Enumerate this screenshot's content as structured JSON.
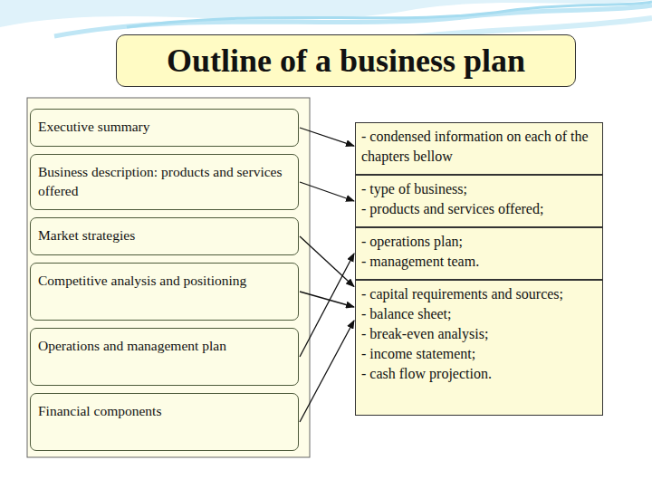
{
  "diagram": {
    "title": "Outline of a business plan",
    "nodes": [
      {
        "text": [
          "Executive summary"
        ]
      },
      {
        "text": [
          "Business description: products and services offered"
        ]
      },
      {
        "text": [
          "Market strategies"
        ]
      },
      {
        "text": [
          "Competitive analysis and positioning"
        ]
      },
      {
        "text": [
          "Operations and management plan"
        ]
      },
      {
        "text": [
          "Financial components"
        ]
      },
      {
        "text": [
          "- condensed information on each of the chapters bellow"
        ]
      },
      {
        "text": [
          "- type of business;",
          "- products and services offered;"
        ]
      },
      {
        "text": [
          "- operations plan;",
          "- management team."
        ]
      },
      {
        "text": [
          "- capital requirements and sources;",
          "- balance sheet;",
          "- break-even analysis;",
          "- income statement;",
          "- cash flow projection."
        ]
      }
    ],
    "edges": [
      {
        "from": 0,
        "to": 6,
        "arrow": "to"
      },
      {
        "from": 1,
        "to": 7,
        "arrow": "to"
      },
      {
        "from": 2,
        "to": 9,
        "arrow": "to"
      },
      {
        "from": 3,
        "to": 9,
        "arrow": "to"
      },
      {
        "from": 4,
        "to": 8,
        "arrow": "to"
      },
      {
        "from": 5,
        "to": 9,
        "arrow": "to"
      }
    ]
  }
}
